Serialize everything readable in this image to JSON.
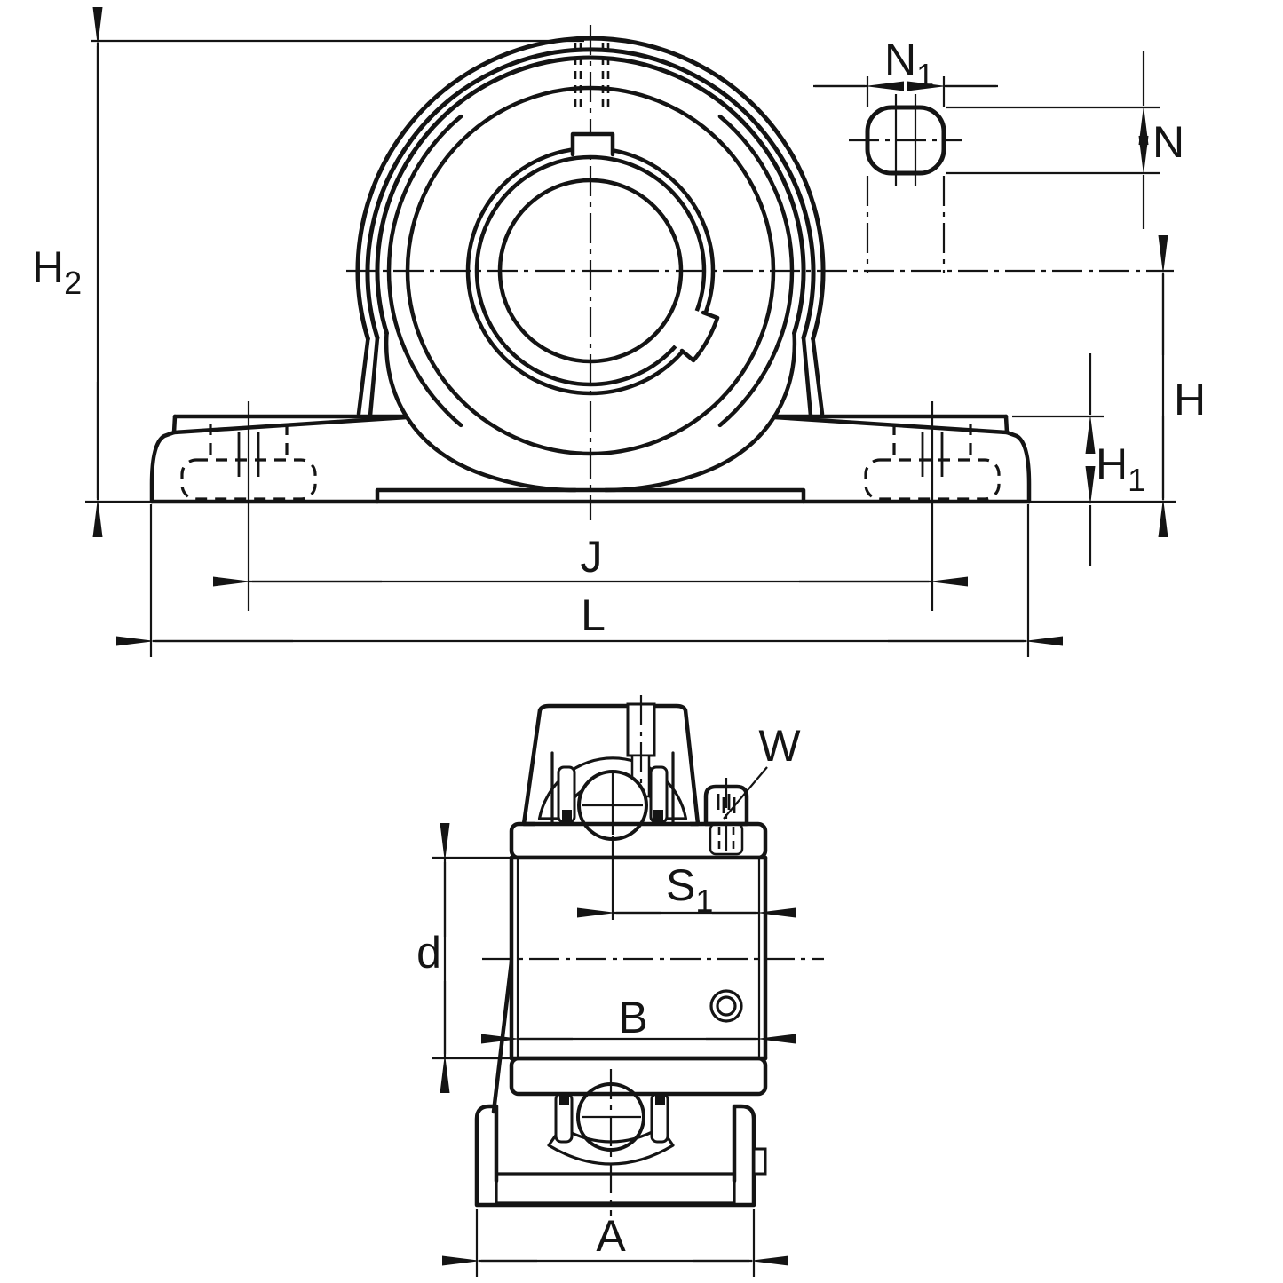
{
  "drawing": {
    "type": "technical-dimension-drawing",
    "subject": "pillow-block-bearing-unit",
    "colors": {
      "line": "#141414",
      "background": "#ffffff"
    },
    "labels": {
      "h2": {
        "base": "H",
        "sub": "2"
      },
      "n1": {
        "base": "N",
        "sub": "1"
      },
      "n": {
        "base": "N",
        "sub": ""
      },
      "h": {
        "base": "H",
        "sub": ""
      },
      "h1": {
        "base": "H",
        "sub": "1"
      },
      "j": {
        "base": "J",
        "sub": ""
      },
      "l": {
        "base": "L",
        "sub": ""
      },
      "w": {
        "base": "W",
        "sub": ""
      },
      "s1": {
        "base": "S",
        "sub": "1"
      },
      "d": {
        "base": "d",
        "sub": ""
      },
      "b": {
        "base": "B",
        "sub": ""
      },
      "a": {
        "base": "A",
        "sub": ""
      }
    }
  }
}
